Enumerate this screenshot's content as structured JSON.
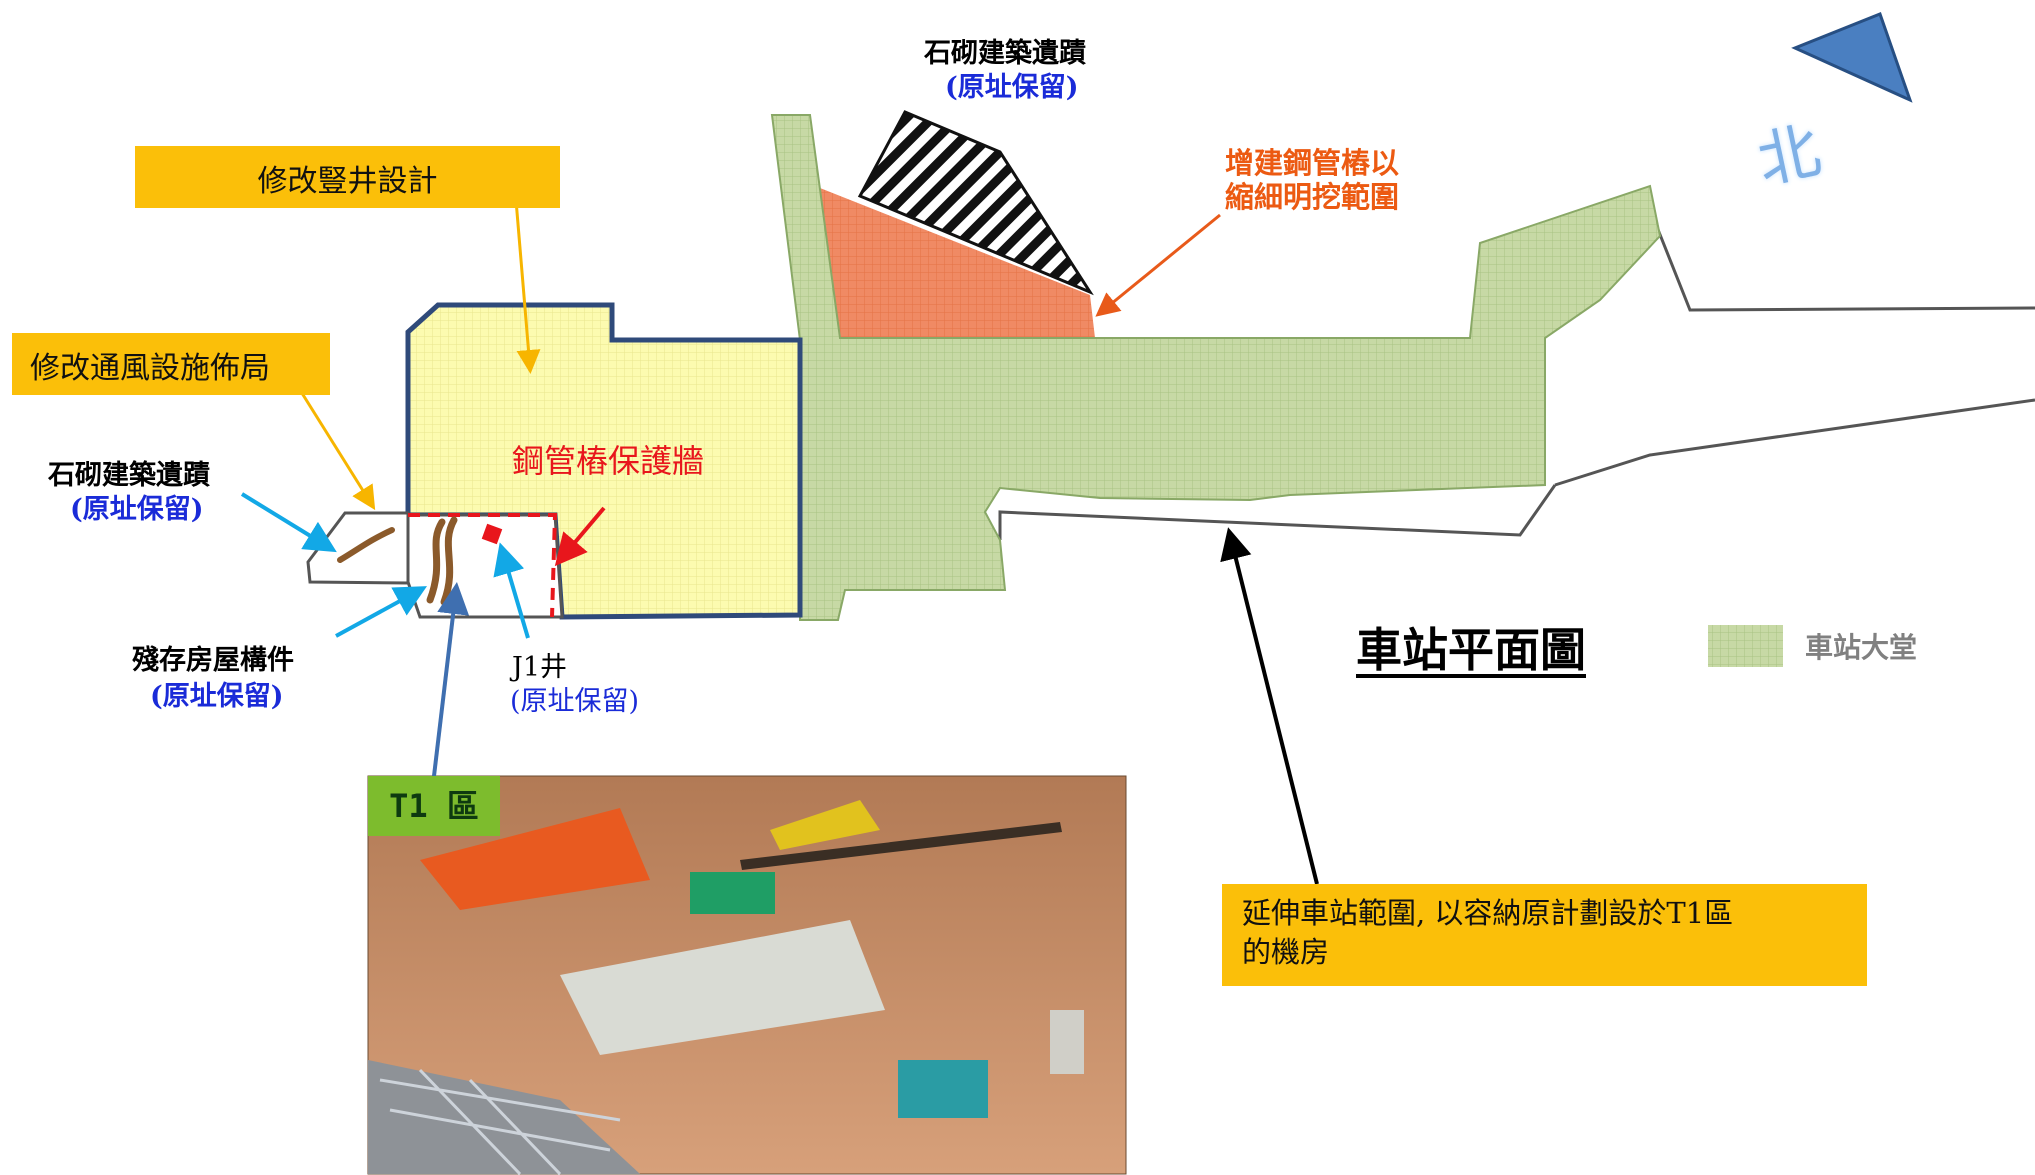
{
  "north_label": "北",
  "labels": {
    "heritage_top": "石砌建築遺蹟",
    "heritage_top_note": "(原址保留)",
    "pipe_pile_expand_line1": "增建鋼管樁以",
    "pipe_pile_expand_line2": "縮細明挖範圍",
    "shaft_design": "修改豎井設計",
    "vent_layout": "修改通風設施佈局",
    "heritage_left": "石砌建築遺蹟",
    "heritage_left_note": "(原址保留)",
    "pipe_pile_wall": "鋼管樁保護牆",
    "house_remains": "殘存房屋構件",
    "house_remains_note": "(原址保留)",
    "j1_well": "J1井",
    "j1_well_note": "(原址保留)",
    "t1_area": "T1 區",
    "station_plan_title": "車站平面圖",
    "legend_concourse": "車站大堂",
    "extend_station_line1": "延伸車站範圍, 以容納原計劃設於T1區",
    "extend_station_line2": "的機房"
  },
  "colors": {
    "concourse_green": "#c7d9a5",
    "shaft_yellow": "#fcfbb0",
    "callout_yellow": "#fbbf09",
    "heritage_orange": "#f08a64",
    "pile_red": "#e8161c",
    "label_blue": "#1a2bd8",
    "north_arrow": "#4a7fc1",
    "outline_navy": "#2f4a7a",
    "t1_tag_green": "#7dbc2d"
  },
  "icons": [
    "north-arrow-icon",
    "construction-site-photo"
  ]
}
